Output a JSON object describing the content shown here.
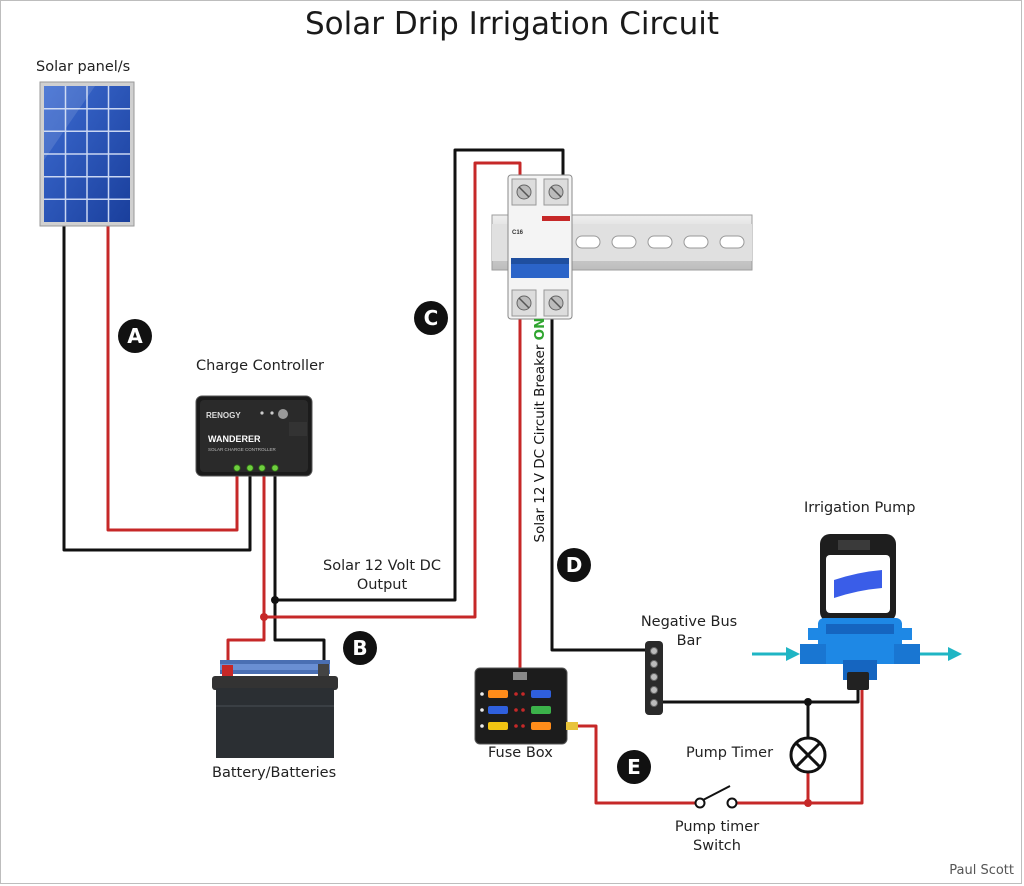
{
  "title": "Solar Drip Irrigation Circuit",
  "labels": {
    "solar_panel": "Solar panel/s",
    "charge_controller": "Charge Controller",
    "solar_output_line1": "Solar 12 Volt DC",
    "solar_output_line2": "Output",
    "battery": "Battery/Batteries",
    "fuse_box": "Fuse Box",
    "negative_bus_line1": "Negative Bus",
    "negative_bus_line2": "Bar",
    "irrigation_pump": "Irrigation Pump",
    "pump_timer": "Pump Timer",
    "timer_switch_line1": "Pump timer",
    "timer_switch_line2": "Switch",
    "breaker_text": "Solar 12 V DC Circuit Breaker",
    "breaker_on": "ON"
  },
  "device_text": {
    "controller_brand": "RENOGY",
    "controller_model": "WANDERER",
    "controller_sub": "SOLAR CHARGE CONTROLLER",
    "breaker_rating": "C16"
  },
  "badges": [
    "A",
    "B",
    "C",
    "D",
    "E"
  ],
  "credit": "Paul Scott",
  "colors": {
    "positive_wire": "#c62828",
    "negative_wire": "#111111",
    "water_arrow": "#1fb5c4",
    "pump_body": "#1e88e5",
    "on_text": "#2fa52f"
  }
}
